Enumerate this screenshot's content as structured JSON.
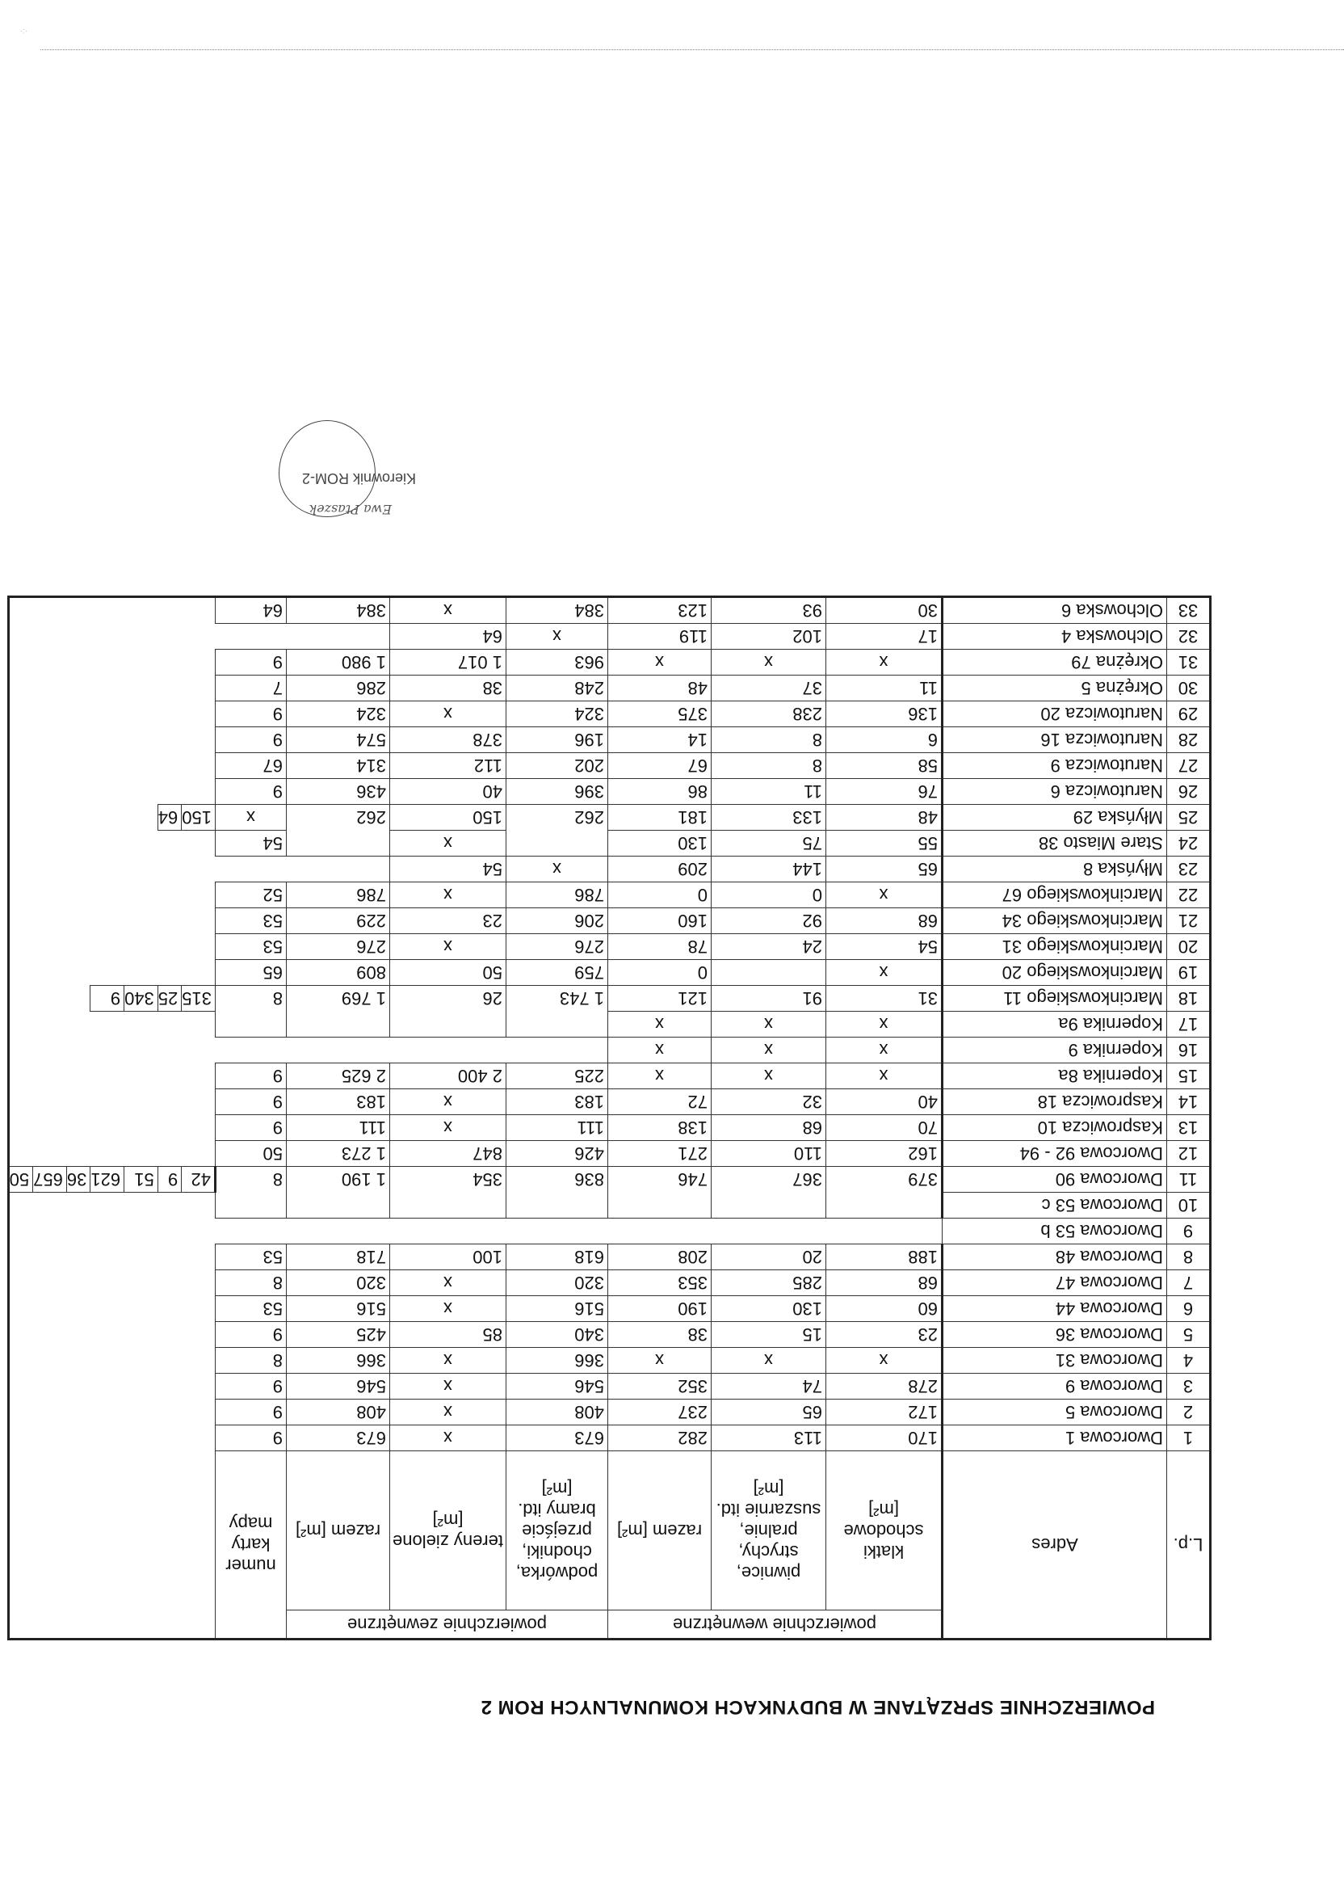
{
  "title": "POWIERZCHNIE SPRZĄTANE W BUDYNKACH KOMUNALNYCH ROM 2",
  "headers": {
    "lp": "L.p.",
    "adres": "Adres",
    "group_internal": "powierzchnie wewnętrzne",
    "group_external": "powierzchnie zewnętrzne",
    "klatki": "klatki schodowe [m²]",
    "piwnice": "piwnice, strychy, pralnie, suszarnie itd.[m²]",
    "razem_int": "razem [m²]",
    "podworka": "podwórka, chodniki, przejście bramy itd. [m²]",
    "tereny": "tereny zielone [m²]",
    "razem_ext": "razem [m²]",
    "karta": "numer karty mapy"
  },
  "rows": [
    {
      "lp": "1",
      "adres": "Dworcowa 1",
      "cells": [
        "170",
        "113",
        "282",
        "673",
        "x",
        "673",
        "9"
      ]
    },
    {
      "lp": "2",
      "adres": "Dworcowa 5",
      "cells": [
        "172",
        "65",
        "237",
        "408",
        "x",
        "408",
        "9"
      ]
    },
    {
      "lp": "3",
      "adres": "Dworcowa 9",
      "cells": [
        "278",
        "74",
        "352",
        "546",
        "x",
        "546",
        "9"
      ]
    },
    {
      "lp": "4",
      "adres": "Dworcowa 31",
      "cells": [
        "x",
        "x",
        "x",
        "366",
        "x",
        "366",
        "8"
      ]
    },
    {
      "lp": "5",
      "adres": "Dworcowa 36",
      "cells": [
        "23",
        "15",
        "38",
        "340",
        "85",
        "425",
        "9"
      ]
    },
    {
      "lp": "6",
      "adres": "Dworcowa 44",
      "cells": [
        "60",
        "130",
        "190",
        "516",
        "x",
        "516",
        "53"
      ]
    },
    {
      "lp": "7",
      "adres": "Dworcowa 47",
      "cells": [
        "68",
        "285",
        "353",
        "320",
        "x",
        "320",
        "8"
      ]
    },
    {
      "lp": "8",
      "adres": "Dworcowa 48",
      "cells": [
        "188",
        "20",
        "208",
        "618",
        "100",
        "718",
        "53"
      ]
    },
    {
      "lp": "9",
      "adres": "Dworcowa 53 b",
      "cells": [
        null,
        null,
        null,
        null,
        null,
        null,
        null
      ]
    },
    {
      "lp": "10",
      "adres": "Dworcowa 53 c",
      "cells": [
        "379",
        "367",
        "746",
        "836",
        "354",
        "1 190",
        "8"
      ]
    },
    {
      "lp": "11",
      "adres": "Dworcowa 90",
      "cells": [
        "42",
        "9",
        "51",
        "621",
        "36",
        "657",
        "50"
      ]
    },
    {
      "lp": "12",
      "adres": "Dworcowa 92 - 94",
      "cells": [
        "162",
        "110",
        "271",
        "426",
        "847",
        "1 273",
        "50"
      ]
    },
    {
      "lp": "13",
      "adres": "Kasprowicza 10",
      "cells": [
        "70",
        "68",
        "138",
        "111",
        "x",
        "111",
        "9"
      ]
    },
    {
      "lp": "14",
      "adres": "Kasprowicza 18",
      "cells": [
        "40",
        "32",
        "72",
        "183",
        "x",
        "183",
        "9"
      ]
    },
    {
      "lp": "15",
      "adres": "Kopernika 8a",
      "cells": [
        "x",
        "x",
        "x",
        "225",
        "2 400",
        "2 625",
        "9"
      ]
    },
    {
      "lp": "16",
      "adres": "Kopernika 9",
      "cells": [
        "x",
        "x",
        "x",
        null,
        null,
        null,
        null
      ]
    },
    {
      "lp": "17",
      "adres": "Kopernika 9a",
      "cells": [
        "x",
        "x",
        "x",
        "1 743",
        "26",
        "1 769",
        "8"
      ]
    },
    {
      "lp": "18",
      "adres": "Marcinkowskiego 11",
      "cells": [
        "31",
        "91",
        "121",
        "315",
        "25",
        "340",
        "9"
      ]
    },
    {
      "lp": "19",
      "adres": "Marcinkowskiego 20",
      "cells": [
        "x",
        "",
        "0",
        "759",
        "50",
        "809",
        "65"
      ]
    },
    {
      "lp": "20",
      "adres": "Marcinkowskiego 31",
      "cells": [
        "54",
        "24",
        "78",
        "276",
        "x",
        "276",
        "53"
      ]
    },
    {
      "lp": "21",
      "adres": "Marcinkowskiego 34",
      "cells": [
        "68",
        "92",
        "160",
        "206",
        "23",
        "229",
        "53"
      ]
    },
    {
      "lp": "22",
      "adres": "Marcinkowskiego 67",
      "cells": [
        "x",
        "0",
        "0",
        "786",
        "x",
        "786",
        "52"
      ]
    },
    {
      "lp": "23",
      "adres": "Młyńska 8",
      "cells": [
        "65",
        "144",
        "209",
        null,
        "x",
        null,
        "54"
      ]
    },
    {
      "lp": "24",
      "adres": "Stare Miasto 38",
      "cells": [
        "55",
        "75",
        "130",
        "262",
        "x",
        "262",
        "54"
      ]
    },
    {
      "lp": "25",
      "adres": "Młyńska 29",
      "cells": [
        "48",
        "133",
        "181",
        "150",
        "x",
        "150",
        "64"
      ]
    },
    {
      "lp": "26",
      "adres": "Narutowicza 6",
      "cells": [
        "76",
        "11",
        "86",
        "396",
        "40",
        "436",
        "9"
      ]
    },
    {
      "lp": "27",
      "adres": "Narutowicza 9",
      "cells": [
        "58",
        "8",
        "67",
        "202",
        "112",
        "314",
        "67"
      ]
    },
    {
      "lp": "28",
      "adres": "Narutowicza 16",
      "cells": [
        "6",
        "8",
        "14",
        "196",
        "378",
        "574",
        "9"
      ]
    },
    {
      "lp": "29",
      "adres": "Narutowicza 20",
      "cells": [
        "136",
        "238",
        "375",
        "324",
        "x",
        "324",
        "9"
      ]
    },
    {
      "lp": "30",
      "adres": "Okrężna 5",
      "cells": [
        "11",
        "37",
        "48",
        "248",
        "38",
        "286",
        "7"
      ]
    },
    {
      "lp": "31",
      "adres": "Okrężna 79",
      "cells": [
        "x",
        "x",
        "x",
        "963",
        "1 017",
        "1 980",
        "9"
      ]
    },
    {
      "lp": "32",
      "adres": "Olchowska 4",
      "cells": [
        "17",
        "102",
        "119",
        null,
        "x",
        null,
        "64"
      ]
    },
    {
      "lp": "33",
      "adres": "Olchowska 6",
      "cells": [
        "30",
        "93",
        "123",
        "384",
        "x",
        "384",
        "64"
      ]
    }
  ],
  "stamp": {
    "title": "Kierownik ROM-2",
    "signature": "Ewa Ptaszek"
  }
}
